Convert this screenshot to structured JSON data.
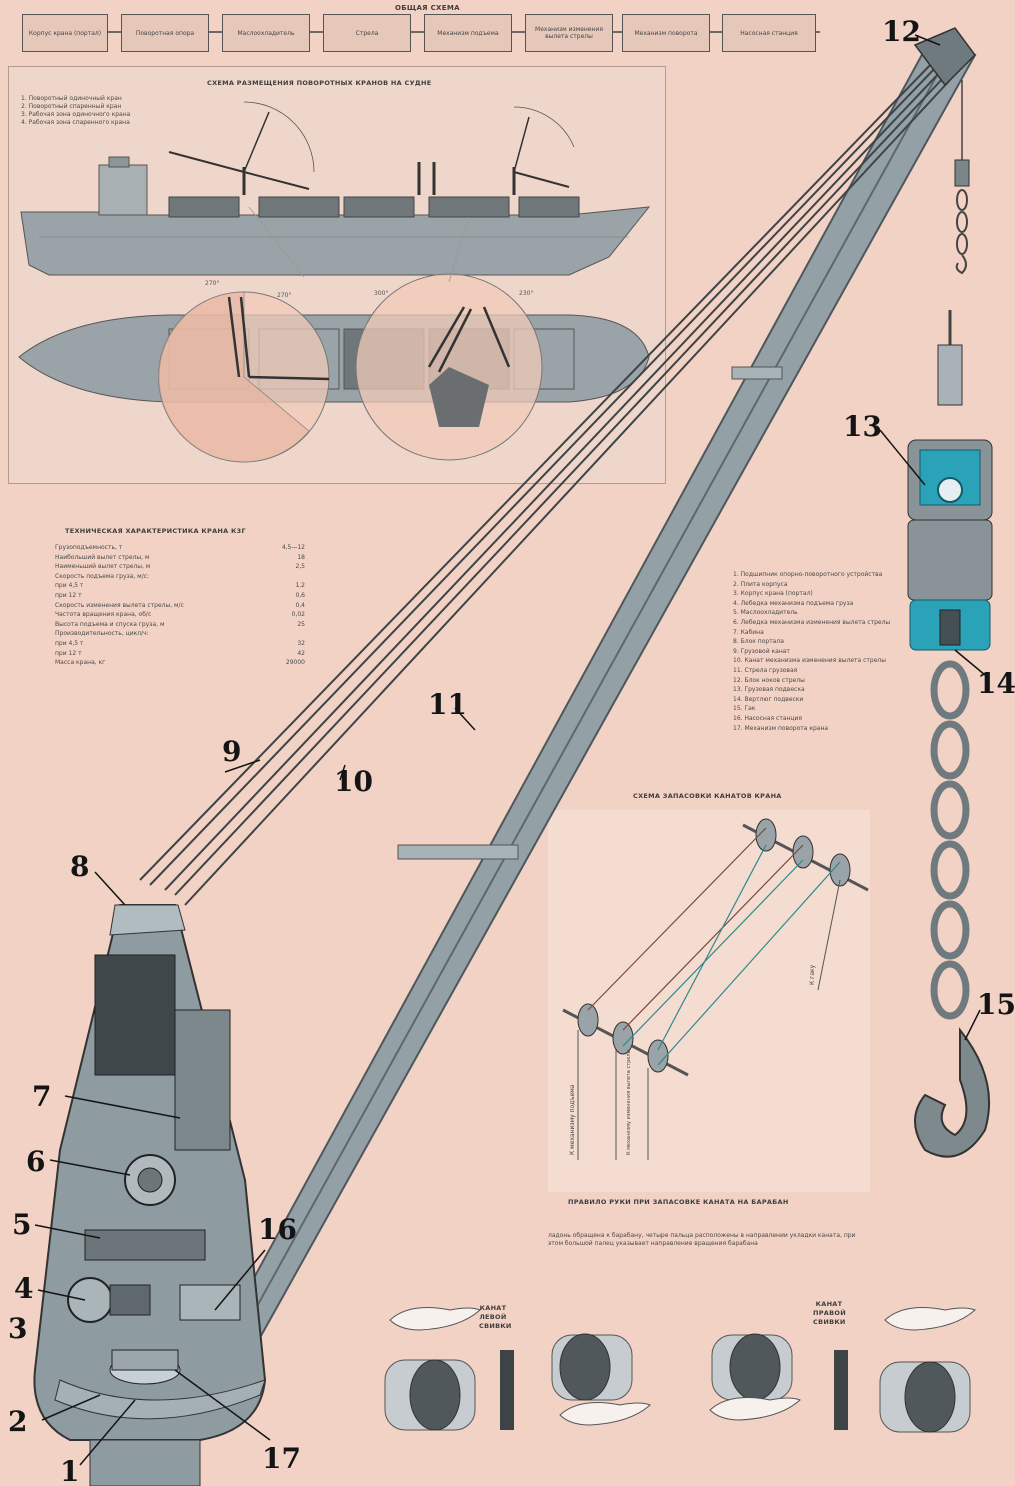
{
  "general_scheme_title": "ОБЩАЯ СХЕМА",
  "top_boxes": [
    "Корпус крана (портал)",
    "Поворотная опора",
    "Маслоохладитель",
    "Стрела",
    "Механизм подъема",
    "Механизм изменения вылета стрелы",
    "Механизм поворота",
    "Насосная станция"
  ],
  "ship_scheme": {
    "title": "СХЕМА РАЗМЕЩЕНИЯ ПОВОРОТНЫХ КРАНОВ НА СУДНЕ",
    "legend": [
      "1. Поворотный одиночный кран",
      "2. Поворотный спаренный кран",
      "3. Рабочая зона одиночного крана",
      "4. Рабочая зона спаренного крана"
    ],
    "angles": [
      "270°",
      "270°",
      "300°",
      "230°"
    ]
  },
  "specs": {
    "title": "ТЕХНИЧЕСКАЯ ХАРАКТЕРИСТИКА КРАНА К3Г",
    "rows": [
      {
        "label": "Грузоподъемность, т",
        "value": "4,5—12"
      },
      {
        "label": "Наибольший вылет стрелы, м",
        "value": "18"
      },
      {
        "label": "Наименьший вылет стрелы, м",
        "value": "2,5"
      },
      {
        "label": "Скорость подъема груза, м/с:",
        "value": ""
      },
      {
        "label": "при 4,5 т",
        "value": "1,2"
      },
      {
        "label": "при 12 т",
        "value": "0,6"
      },
      {
        "label": "Скорость изменения вылета стрелы, м/с",
        "value": "0,4"
      },
      {
        "label": "Частота вращения крана, об/с",
        "value": "0,02"
      },
      {
        "label": "Высота подъема и спуска груза, м",
        "value": "25"
      },
      {
        "label": "Производительность, цикл/ч:",
        "value": ""
      },
      {
        "label": "при 4,5 т",
        "value": "32"
      },
      {
        "label": "при 12 т",
        "value": "42"
      },
      {
        "label": "Масса крана, кг",
        "value": "29000"
      }
    ]
  },
  "parts_legend": [
    "1. Подшипник опорно-поворотного устройства",
    "2. Плита корпуса",
    "3. Корпус крана (портал)",
    "4. Лебедка механизма подъема груза",
    "5. Маслоохладитель",
    "6. Лебедка механизма изменения вылета стрелы",
    "7. Кабина",
    "8. Блок портала",
    "9. Грузовой канат",
    "10. Канат механизма изменения вылета стрелы",
    "11. Стрела грузовая",
    "12. Блок ноков стрелы",
    "13. Грузовая подвеска",
    "14. Вертлюг подвески",
    "15. Гак",
    "16. Насосная станция",
    "17. Механизм поворота крана"
  ],
  "reeving": {
    "title": "СХЕМА ЗАПАСОВКИ КАНАТОВ КРАНА",
    "labels": [
      "К механизму подъема",
      "К механизму изменения вылета стрелы",
      "К гаку"
    ]
  },
  "rule": {
    "title": "ПРАВИЛО РУКИ ПРИ ЗАПАСОВКЕ КАНАТА НА БАРАБАН",
    "text": "ладонь обращена к барабану, четыре пальца расположены в направлении укладки каната, при этом большой палец указывает направление вращения барабана",
    "left_rope": "КАНАТ ЛЕВОЙ СВИВКИ",
    "right_rope": "КАНАТ ПРАВОЙ СВИВКИ"
  },
  "callouts": [
    "1",
    "2",
    "3",
    "4",
    "5",
    "6",
    "7",
    "8",
    "9",
    "10",
    "11",
    "12",
    "13",
    "14",
    "15",
    "16",
    "17"
  ],
  "colors": {
    "paper": "#f1d2c4",
    "metal": "#8e9ba1",
    "accent": "#1f9bb0",
    "ink": "#141414"
  }
}
